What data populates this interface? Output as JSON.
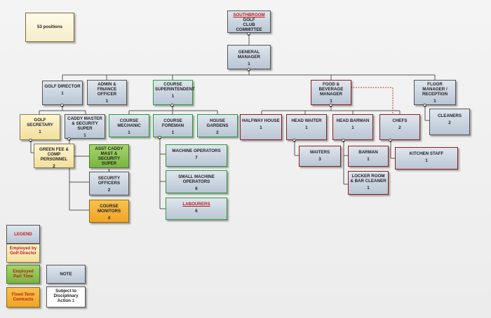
{
  "positions_label": "53 positions",
  "top": {
    "line1": "SOUTHBROOM",
    "line1b": " GOLF",
    "line2": "CLUB",
    "line3": "COMMITTEE"
  },
  "gm": {
    "title": "GENERAL MANAGER",
    "count": "1"
  },
  "golf_director": {
    "title": "GOLF DIRECTOR",
    "count": "1"
  },
  "admin": {
    "title": "ADMIN & FINANCE OFFICER",
    "count": "1"
  },
  "course_super": {
    "title": "COURSE SUPERINTENDENT",
    "count": "1"
  },
  "fnb": {
    "title": "FOOD & BEVERAGE MANAGER",
    "count": "1"
  },
  "floor": {
    "title": "FLOOR MANAGER / RECEPTION",
    "count": "1"
  },
  "golf_sec": {
    "title": "GOLF SECRETARY",
    "count": "1"
  },
  "caddy": {
    "title": "CADDY MASTER & SECURITY SUPER",
    "count": "1"
  },
  "mechanic": {
    "title": "COURSE MECHANIC",
    "count": "1"
  },
  "foreman": {
    "title": "COURSE FOREMAN",
    "count": "1"
  },
  "house_gardens": {
    "title": "HOUSE GARDENS",
    "count": "2"
  },
  "halfway": {
    "title": "HALFWAY HOUSE",
    "count": "1"
  },
  "head_waiter": {
    "title": "HEAD WAITER",
    "count": "1"
  },
  "head_barman": {
    "title": "HEAD BARMAN",
    "count": "1"
  },
  "chefs": {
    "title": "CHEFS",
    "count": "2"
  },
  "cleaners": {
    "title": "CLEANERS",
    "count": "2"
  },
  "green_fee": {
    "title": "GREEN FEE & COMP PERSONNEL",
    "count": "2"
  },
  "asst_caddy": {
    "title": "ASST CADDY MAST & SECURITY SUPER",
    "count": "1"
  },
  "security": {
    "title": "SECURITY OFFICERS",
    "count": "2"
  },
  "monitors": {
    "title": "COURSE MONITORS",
    "count": "4"
  },
  "machine_ops": {
    "title": "MACHINE OPERATORS",
    "count": "7"
  },
  "small_machine": {
    "title": "SMALL MACHINE OPERATORS",
    "count": "6"
  },
  "labourers": {
    "title": "LABOURERS",
    "count": "6"
  },
  "waiters": {
    "title": "WAITERS",
    "count": "3"
  },
  "barman": {
    "title": "BARMAN",
    "count": "1"
  },
  "locker": {
    "title": "LOCKER ROOM & BAR CLEANER",
    "count": "1"
  },
  "kitchen": {
    "title": "KITCHEN STAFF",
    "count": "1"
  },
  "legend": {
    "title": "LEGEND",
    "golf_director": "Employed by Golf Director",
    "part_time": "Employed Part Time",
    "fixed_term": "Fixed Term Contracts",
    "note": "NOTE",
    "disciplinary": "Subject to Disciplinary Action",
    "disciplinary_num": "1"
  },
  "colors": {
    "line": "#555555",
    "dashed": "#c0392b",
    "green_border": "#2e9a3e",
    "red_border": "#8f1f1f"
  }
}
